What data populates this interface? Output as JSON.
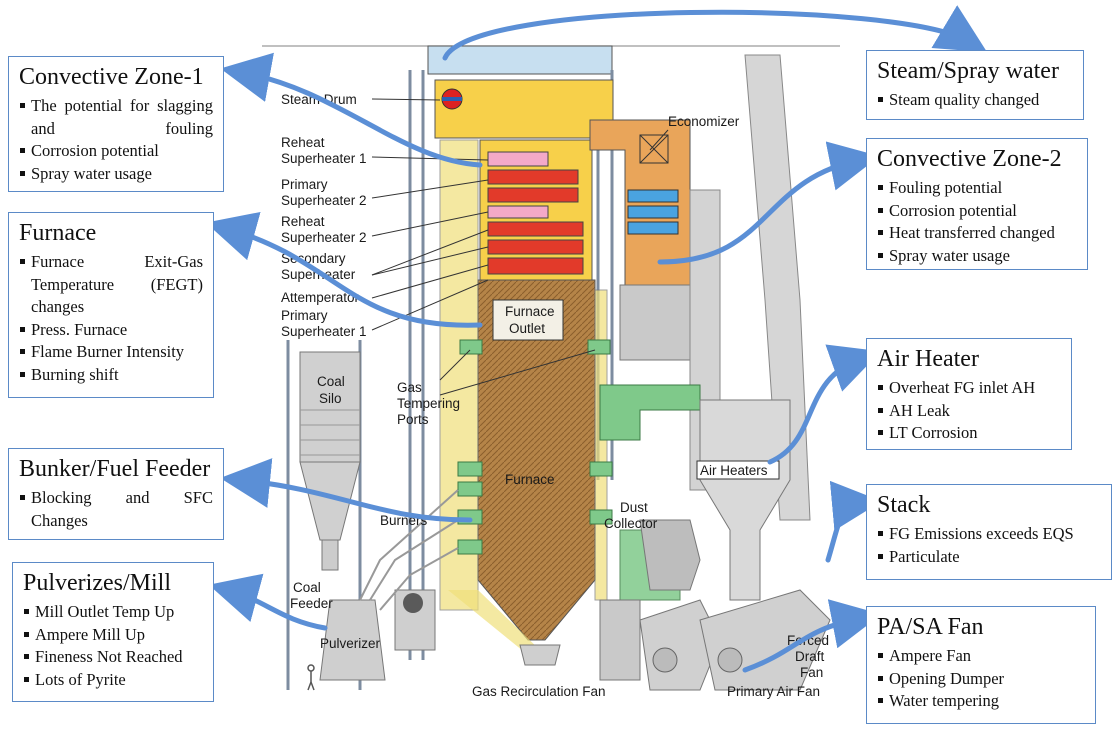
{
  "boxes": {
    "conv1": {
      "title": "Convective Zone-1",
      "items": [
        "The potential for slagging and fouling",
        "Corrosion potential",
        "Spray water usage"
      ]
    },
    "furnace": {
      "title": "Furnace",
      "items": [
        "Furnace Exit-Gas Temperature (FEGT) changes",
        "Press. Furnace",
        "Flame Burner Intensity",
        "Burning shift"
      ]
    },
    "bunker": {
      "title": "Bunker/Fuel Feeder",
      "items": [
        "Blocking and SFC Changes"
      ]
    },
    "mill": {
      "title": "Pulverizes/Mill",
      "items": [
        "Mill Outlet Temp Up",
        "Ampere Mill Up",
        "Fineness Not Reached",
        "Lots of Pyrite"
      ]
    },
    "steam": {
      "title": "Steam/Spray water",
      "items": [
        "Steam quality changed"
      ]
    },
    "conv2": {
      "title": "Convective Zone-2",
      "items": [
        "Fouling potential",
        "Corrosion potential",
        "Heat transferred changed",
        "Spray water usage"
      ]
    },
    "airheater": {
      "title": "Air Heater",
      "items": [
        "Overheat FG inlet AH",
        "AH Leak",
        "LT Corrosion"
      ]
    },
    "stack": {
      "title": "Stack",
      "items": [
        "FG Emissions exceeds EQS",
        "Particulate"
      ]
    },
    "fan": {
      "title": "PA/SA Fan",
      "items": [
        "Ampere Fan",
        "Opening Dumper",
        "Water tempering"
      ]
    }
  },
  "labels": {
    "steam_drum": "Steam Drum",
    "reheat_sh1_a": "Reheat",
    "reheat_sh1_b": "Superheater 1",
    "primary_sh2_a": "Primary",
    "primary_sh2_b": "Superheater 2",
    "reheat_sh2_a": "Reheat",
    "reheat_sh2_b": "Superheater 2",
    "secondary_sh_a": "Secondary",
    "secondary_sh_b": "Superheater",
    "attemperator": "Attemperator",
    "primary_sh1_a": "Primary",
    "primary_sh1_b": "Superheater 1",
    "economizer": "Economizer",
    "furnace_outlet_a": "Furnace",
    "furnace_outlet_b": "Outlet",
    "coal_silo_a": "Coal",
    "coal_silo_b": "Silo",
    "gas_tempering_a": "Gas",
    "gas_tempering_b": "Tempering",
    "gas_tempering_c": "Ports",
    "furnace": "Furnace",
    "air_heaters": "Air Heaters",
    "burners": "Burners",
    "dust_a": "Dust",
    "dust_b": "Collector",
    "coal_feeder_a": "Coal",
    "coal_feeder_b": "Feeder",
    "pulverizer": "Pulverizer",
    "forced_a": "Forced",
    "forced_b": "Draft",
    "forced_c": "Fan",
    "gas_recirc": "Gas Recirculation Fan",
    "primary_air": "Primary Air Fan"
  },
  "colors": {
    "arrow": "#5b8fd6",
    "box_border": "#5b8ac7",
    "furnace": "#b07d44",
    "superheater": "#e23a2a",
    "reheat": "#f4a9c8",
    "economizer": "#e9a55a",
    "green_duct": "#7fc98a",
    "gray_duct": "#c9c9c9"
  }
}
